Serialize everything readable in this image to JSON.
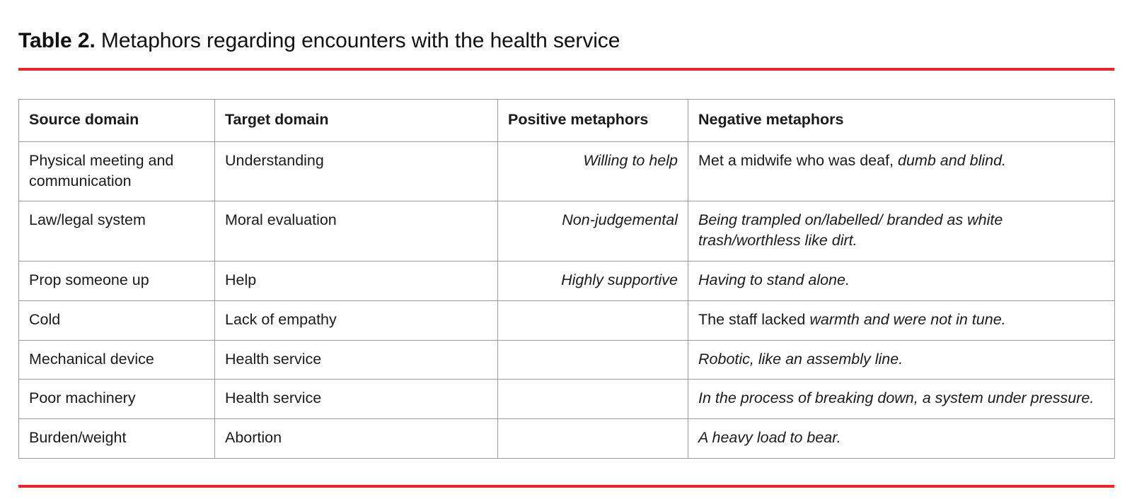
{
  "caption": {
    "label": "Table 2.",
    "text": " Metaphors regarding encounters with the health service"
  },
  "colors": {
    "rule": "#e8262a",
    "border": "#9a9a9a",
    "text": "#1a1a1a"
  },
  "table": {
    "headers": {
      "source": "Source domain",
      "target": "Target domain",
      "positive": "Positive metaphors",
      "negative": "Negative metaphors"
    },
    "rows": [
      {
        "source": "Physical meeting and communication",
        "target": "Understanding",
        "positive": "Willing to help",
        "negative_plain": "Met a midwife who was deaf, ",
        "negative_italic": "dumb and blind."
      },
      {
        "source": "Law/legal system",
        "target": "Moral evaluation",
        "positive": "Non-judgemental",
        "negative_plain": "",
        "negative_italic": "Being trampled on/labelled/ branded as white trash/worthless like dirt."
      },
      {
        "source": "Prop someone up",
        "target": "Help",
        "positive": "Highly supportive",
        "negative_plain": "",
        "negative_italic": "Having to stand alone."
      },
      {
        "source": "Cold",
        "target": "Lack of empathy",
        "positive": "",
        "negative_plain": "The staff lacked ",
        "negative_italic": "warmth and were not in tune."
      },
      {
        "source": "Mechanical device",
        "target": "Health service",
        "positive": "",
        "negative_plain": "",
        "negative_italic": "Robotic, like an assembly line."
      },
      {
        "source": "Poor machinery",
        "target": "Health service",
        "positive": "",
        "negative_plain": "",
        "negative_italic": "In the process of breaking down, a system under pressure."
      },
      {
        "source": "Burden/weight",
        "target": "Abortion",
        "positive": "",
        "negative_plain": "",
        "negative_italic": "A heavy load to bear."
      }
    ]
  }
}
